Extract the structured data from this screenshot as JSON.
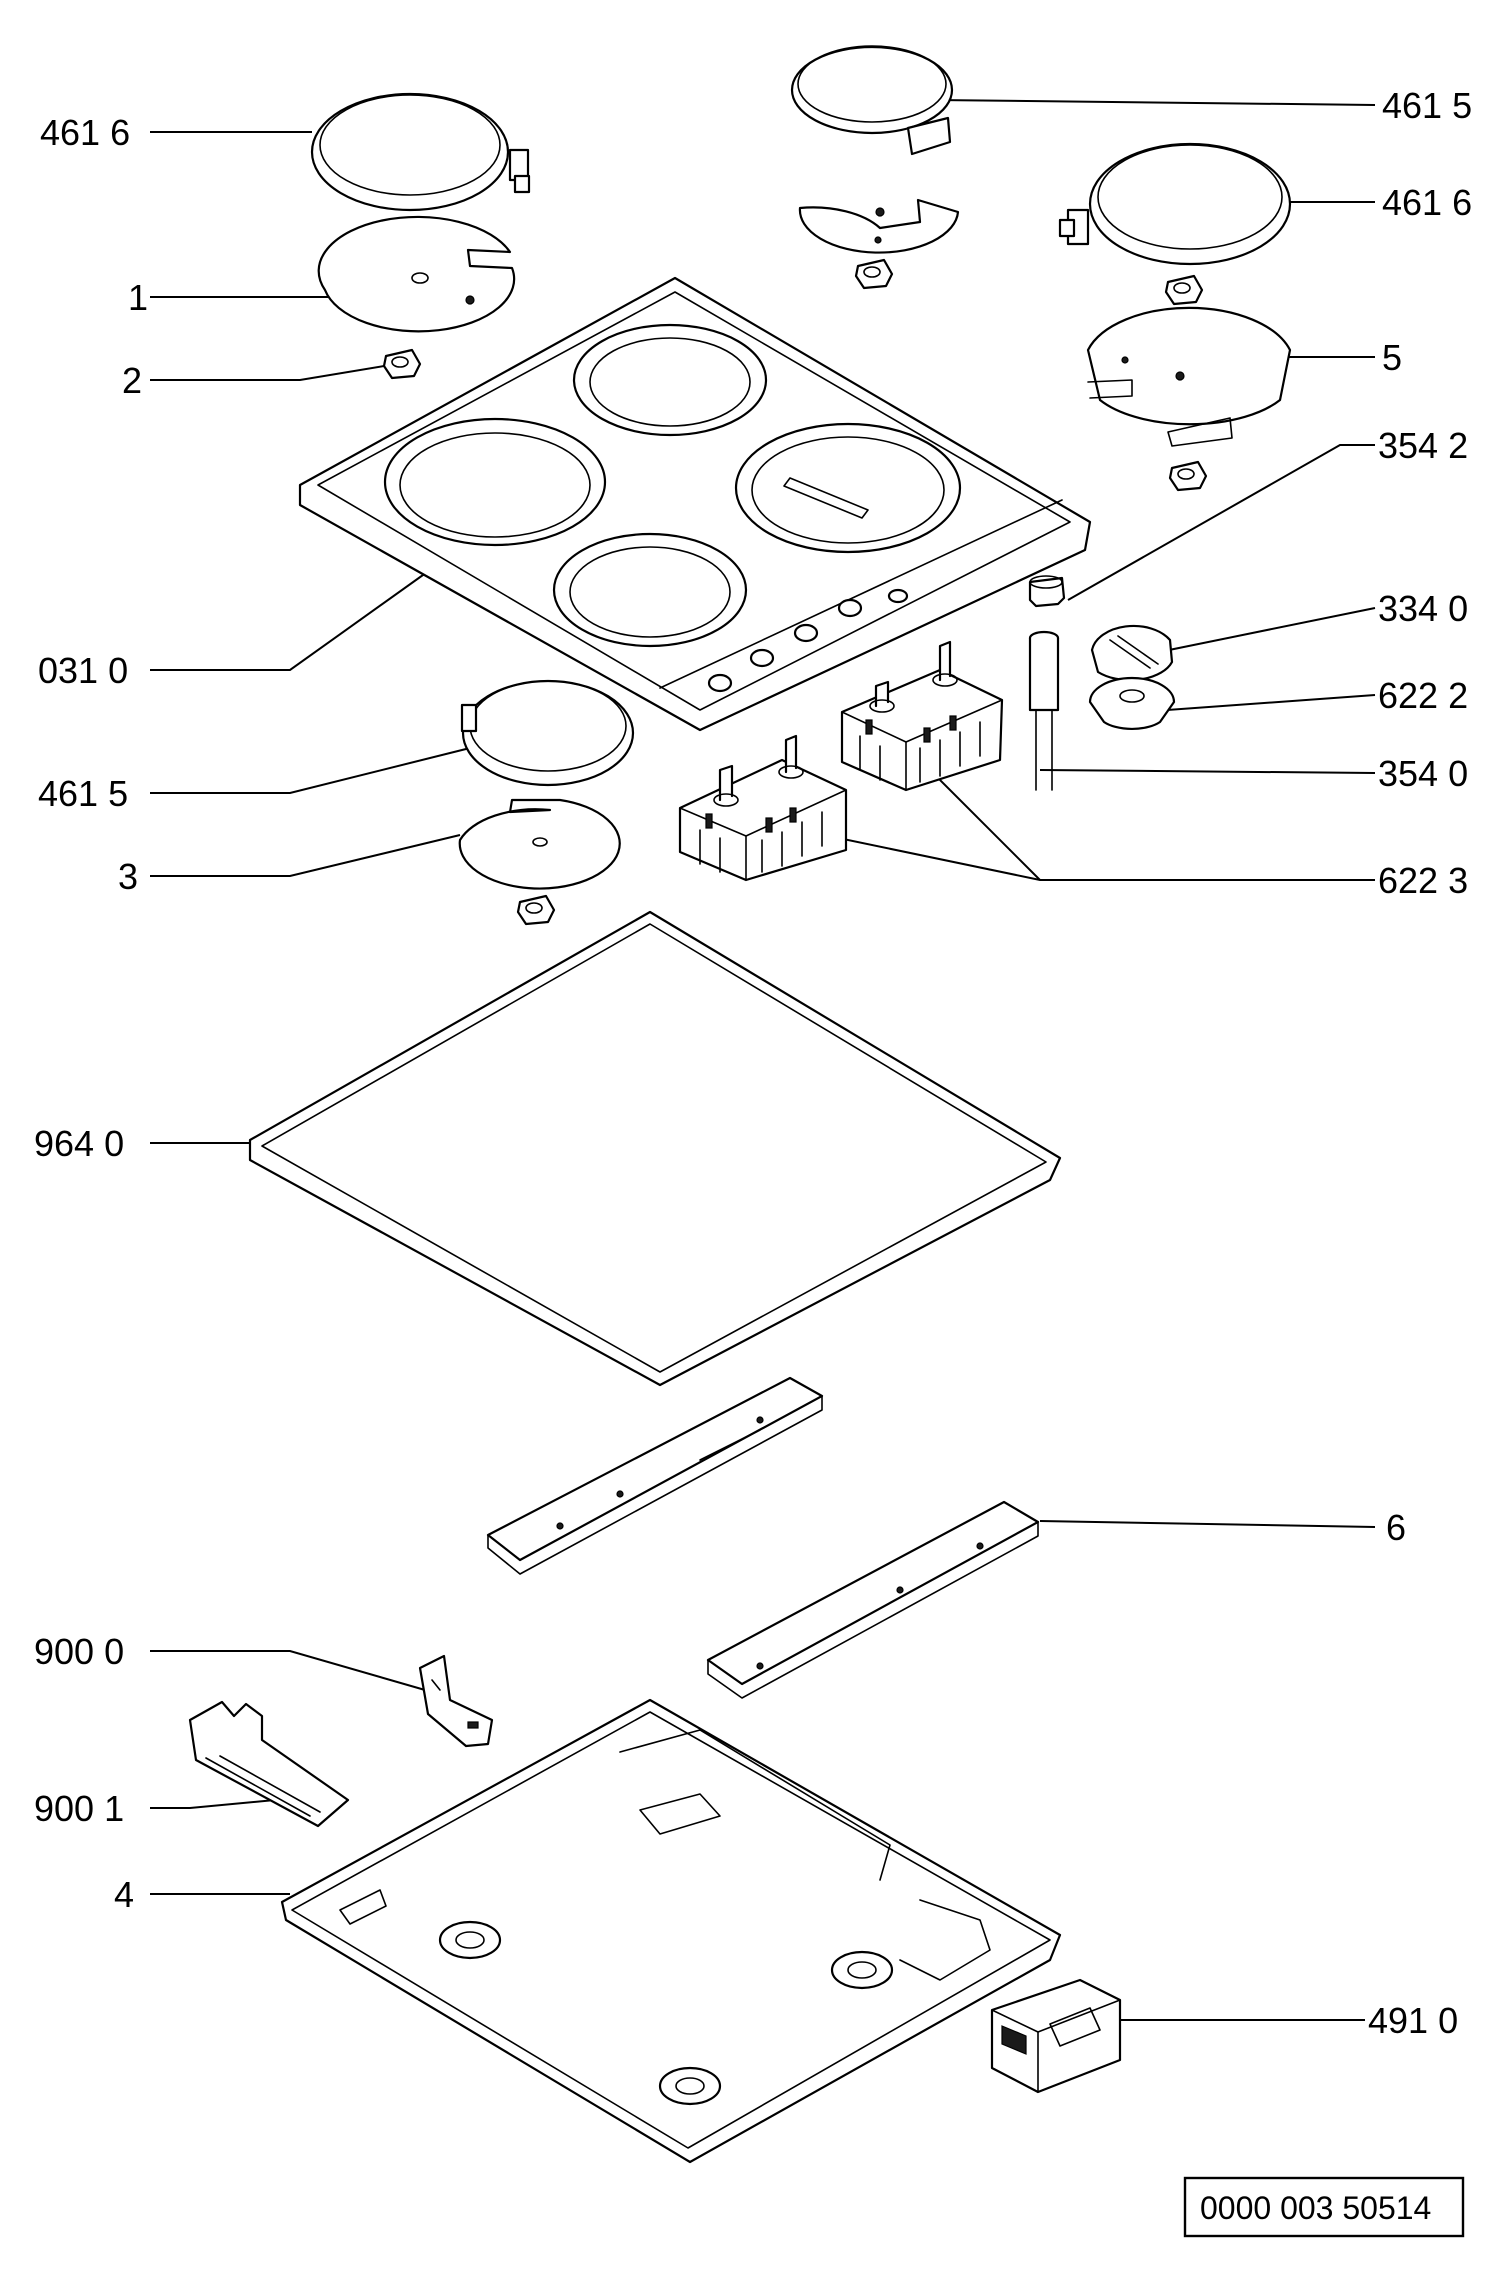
{
  "labels": {
    "hotplate_top_left": "461 6",
    "spring_plate_1": "1",
    "nut_2": "2",
    "hob_top": "031 0",
    "hotplate_lower_left": "461 5",
    "spring_plate_3": "3",
    "gasket": "964 0",
    "bracket_left": "900 0",
    "bracket_left_lower": "900 1",
    "bottom_tray": "4",
    "hotplate_top_center": "461 5",
    "hotplate_top_right": "461 6",
    "spring_plate_5": "5",
    "pilot_light_cap": "354 2",
    "knob": "334 0",
    "knob_ring": "622 2",
    "pilot_light": "354 0",
    "switch_block": "622 3",
    "rail_6": "6",
    "terminal_block": "491 0"
  },
  "reference_number": "0000 003 50514"
}
